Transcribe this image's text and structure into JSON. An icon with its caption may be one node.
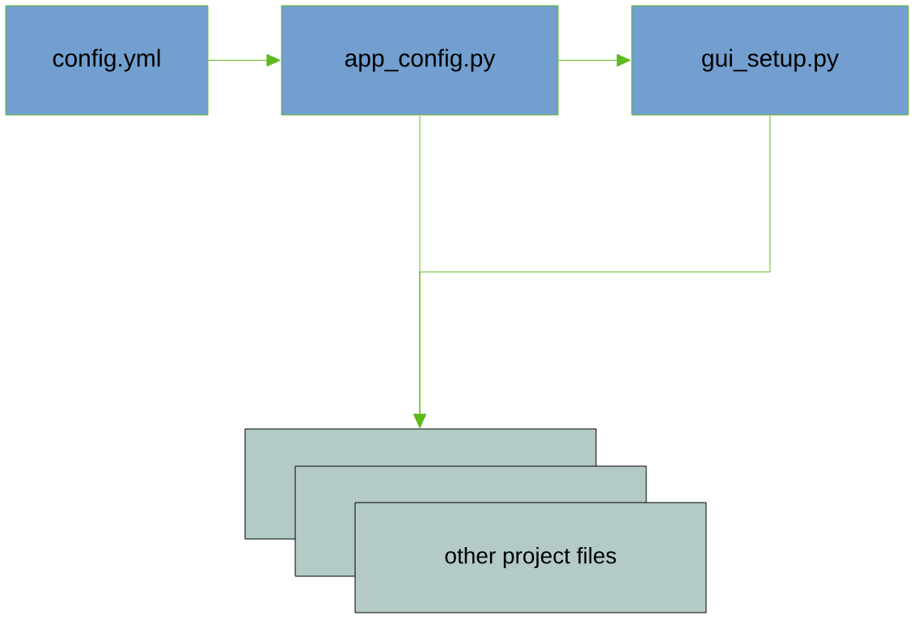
{
  "diagram": {
    "nodes": [
      {
        "text": [
          "config.yml"
        ]
      },
      {
        "text": [
          "app_config.py"
        ]
      },
      {
        "text": [
          "gui_setup.py"
        ]
      },
      {
        "text": [
          "other project files"
        ]
      }
    ],
    "edges": [
      {
        "from": 0,
        "to": 1,
        "arrow": "to"
      },
      {
        "from": 1,
        "to": 2,
        "arrow": "to"
      },
      {
        "from": 1,
        "to": 3,
        "arrow": "to"
      },
      {
        "from": 2,
        "to": 3,
        "arrow": "to"
      }
    ]
  }
}
